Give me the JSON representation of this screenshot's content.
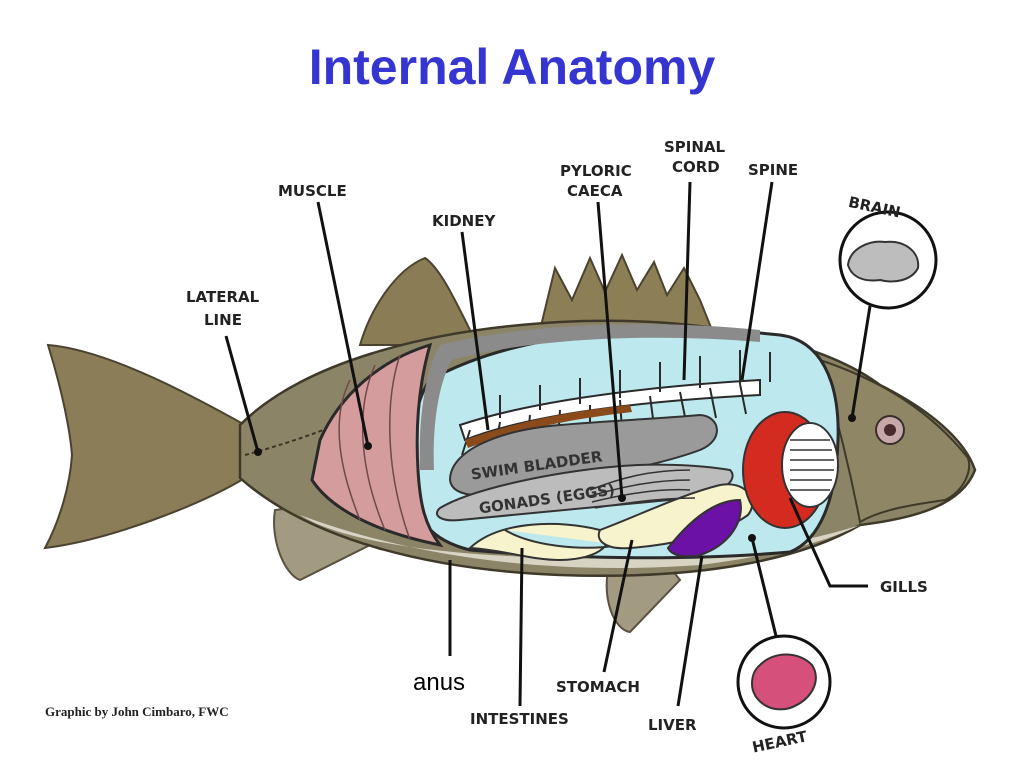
{
  "title": "Internal Anatomy",
  "credit": "Graphic by John Cimbaro, FWC",
  "labels": {
    "spinal_cord_1": "SPINAL",
    "spinal_cord_2": "CORD",
    "spine": "SPINE",
    "pyloric_caeca_1": "PYLORIC",
    "pyloric_caeca_2": "CAECA",
    "muscle": "MUSCLE",
    "kidney": "KIDNEY",
    "lateral_line_1": "LATERAL",
    "lateral_line_2": "LINE",
    "brain": "BRAIN",
    "swim_bladder": "SWIM BLADDER",
    "gonads": "GONADS (EGGS)",
    "gills": "GILLS",
    "anus": "anus",
    "stomach": "STOMACH",
    "intestines": "INTESTINES",
    "liver": "LIVER",
    "heart": "HEART"
  }
}
